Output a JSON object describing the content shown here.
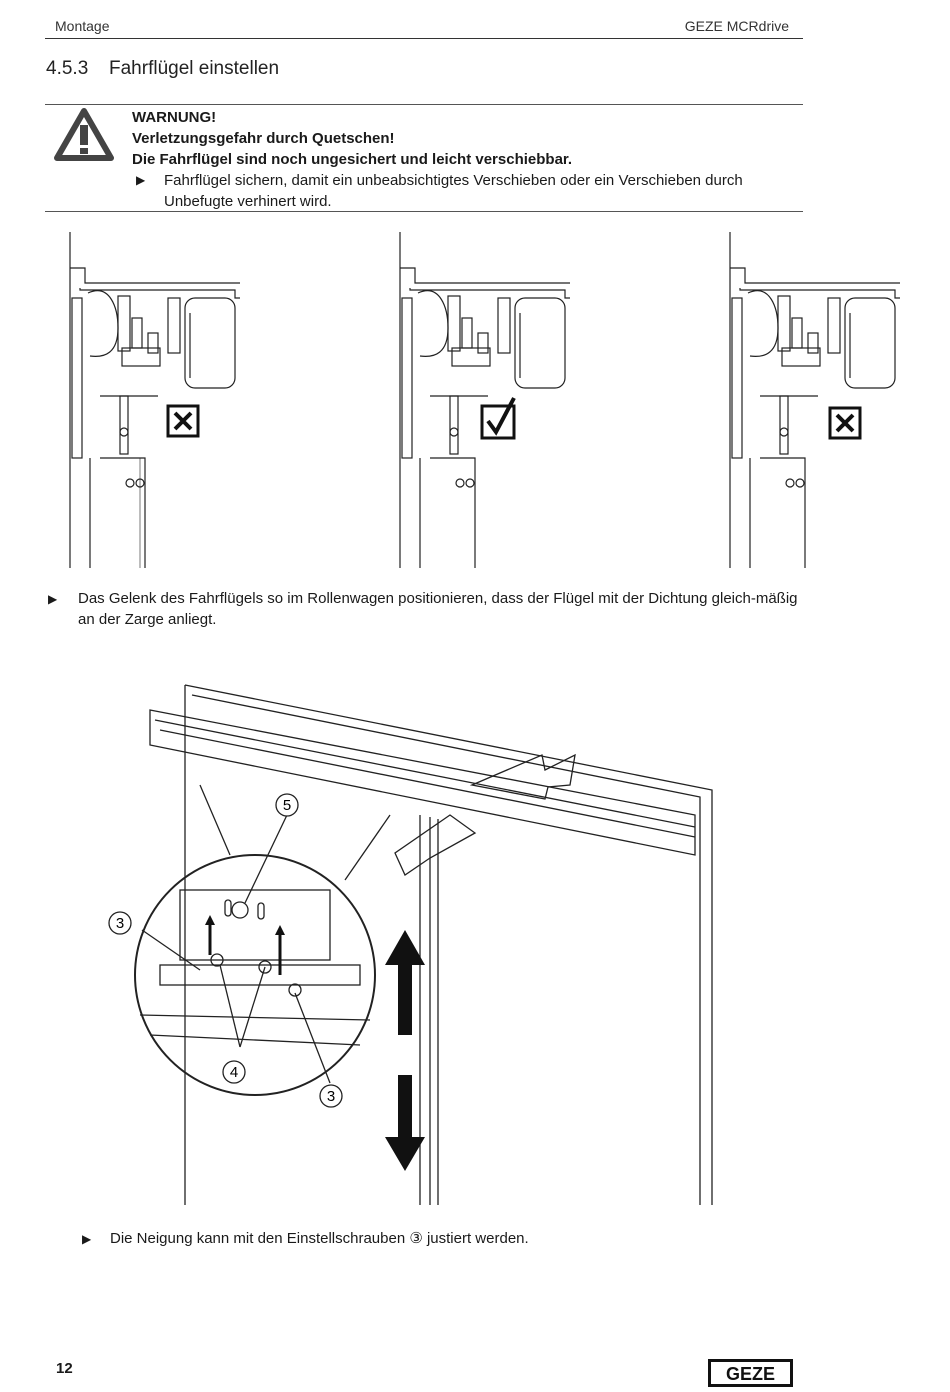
{
  "header": {
    "section": "Montage",
    "product": "GEZE MCRdrive"
  },
  "section": {
    "number": "4.5.3",
    "title": "Fahrflügel einstellen"
  },
  "warning": {
    "icon": "warning-triangle-icon",
    "title": "WARNUNG!",
    "line1": "Verletzungsgefahr durch Quetschen!",
    "line2": "Die Fahrflügel sind noch ungesichert und leicht verschiebbar.",
    "bullet": "Fahrflügel sichern, damit ein unbeabsichtigtes Verschieben oder ein Verschieben durch Unbefugte verhinert wird."
  },
  "figures": [
    {
      "status": "wrong",
      "icon": "cross-box-icon"
    },
    {
      "status": "correct",
      "icon": "check-box-icon"
    },
    {
      "status": "wrong",
      "icon": "cross-box-icon"
    }
  ],
  "step1": "Das Gelenk des Fahrflügels so im Rollenwagen positionieren, dass der Flügel mit der Dichtung gleich-mäßig an der Zarge anliegt.",
  "callouts": {
    "c3a": "3",
    "c3b": "3",
    "c4": "4",
    "c5": "5"
  },
  "step2": "Die Neigung kann mit den Einstellschrauben ③ justiert werden.",
  "footer": {
    "page": "12",
    "logo": "GEZE"
  }
}
